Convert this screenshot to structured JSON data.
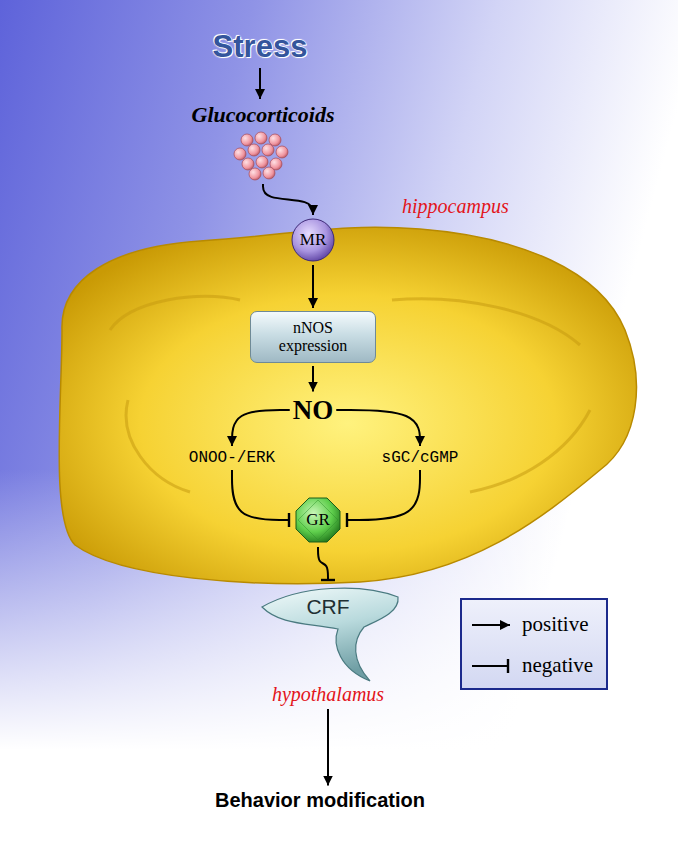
{
  "diagram": {
    "nodes": [
      {
        "text": [
          "Stress"
        ]
      },
      {
        "text": [
          "Glucocorticoids"
        ]
      },
      {
        "text": [
          "hippocampus"
        ]
      },
      {
        "text": [
          "MR"
        ],
        "in": 2
      },
      {
        "text": [
          "nNOS expression"
        ],
        "in": 2
      },
      {
        "text": [
          "NO"
        ],
        "in": 2
      },
      {
        "text": [
          "ONOO-/ERK"
        ],
        "in": 2
      },
      {
        "text": [
          "sGC/cGMP"
        ],
        "in": 2
      },
      {
        "text": [
          "GR"
        ],
        "in": 2
      },
      {
        "text": [
          "CRF",
          "hypothalamus"
        ]
      },
      {
        "text": [
          "Behavior modification"
        ]
      }
    ],
    "edges": [
      {
        "from": 0,
        "to": 1,
        "arrow": "to"
      },
      {
        "from": 1,
        "to": 3,
        "arrow": "to"
      },
      {
        "from": 3,
        "to": 4,
        "arrow": "to"
      },
      {
        "from": 4,
        "to": 5,
        "arrow": "to"
      },
      {
        "from": 5,
        "to": 6,
        "arrow": "to"
      },
      {
        "from": 5,
        "to": 7,
        "arrow": "to"
      },
      {
        "from": 6,
        "to": 8,
        "arrow": "to"
      },
      {
        "from": 7,
        "to": 8,
        "arrow": "to"
      },
      {
        "from": 8,
        "to": 9,
        "arrow": "to"
      },
      {
        "from": 9,
        "to": 10,
        "arrow": "to"
      }
    ],
    "legend": [
      {
        "text": "positive"
      },
      {
        "text": "negative"
      }
    ]
  }
}
